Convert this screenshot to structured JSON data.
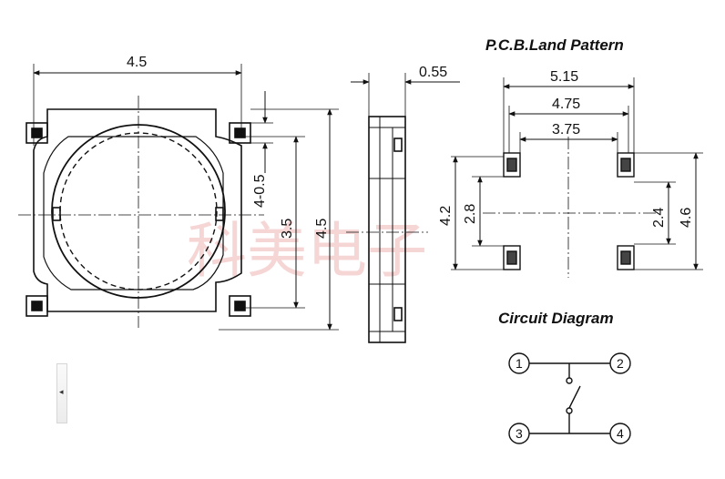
{
  "watermark": {
    "text": "科美电子",
    "color": "#f0b4b4"
  },
  "front_view": {
    "width_label": "4.5",
    "offset_label": "4-0.5",
    "inner_height_label": "3.5",
    "height_label": "4.5"
  },
  "side_view": {
    "thickness_label": "0.55"
  },
  "land_pattern": {
    "title": "P.C.B.Land Pattern",
    "outer_width_label": "5.15",
    "mid_width_label": "4.75",
    "inner_width_label": "3.75",
    "left_outer_height_label": "4.2",
    "left_inner_height_label": "2.8",
    "right_inner_height_label": "2.4",
    "right_outer_height_label": "4.6"
  },
  "circuit": {
    "title": "Circuit Diagram",
    "pins": [
      "1",
      "2",
      "3",
      "4"
    ]
  },
  "side_tab": {
    "icon": "triangle-left-icon",
    "glyph": "◂"
  }
}
